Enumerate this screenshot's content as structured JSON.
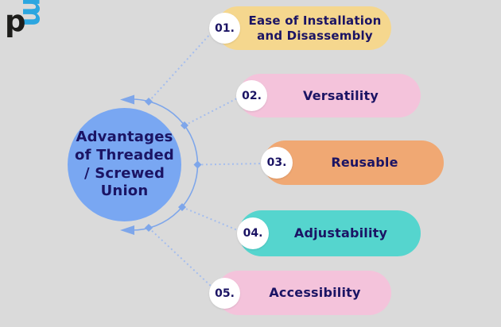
{
  "background_color": "#dadada",
  "logo": {
    "p": "p",
    "m": "m",
    "p_color": "#1d1d1b",
    "m_color": "#2ca6e0"
  },
  "center": {
    "bg_color": "#79a7f2",
    "text_color": "#1b1464",
    "title_lines": [
      "Advantages",
      "of Threaded",
      "/ Screwed",
      "Union"
    ]
  },
  "connector": {
    "arc_color": "#7ea6ea",
    "dotted_color": "#a4bdee"
  },
  "items": [
    {
      "number": "01.",
      "label": "Ease of Installation and Disassembly",
      "pill_color": "#f5d78e"
    },
    {
      "number": "02.",
      "label": "Versatility",
      "pill_color": "#f4c3db"
    },
    {
      "number": "03.",
      "label": "Reusable",
      "pill_color": "#f0a873"
    },
    {
      "number": "04.",
      "label": "Adjustability",
      "pill_color": "#55d5ce"
    },
    {
      "number": "05.",
      "label": "Accessibility",
      "pill_color": "#f4c3db"
    }
  ]
}
